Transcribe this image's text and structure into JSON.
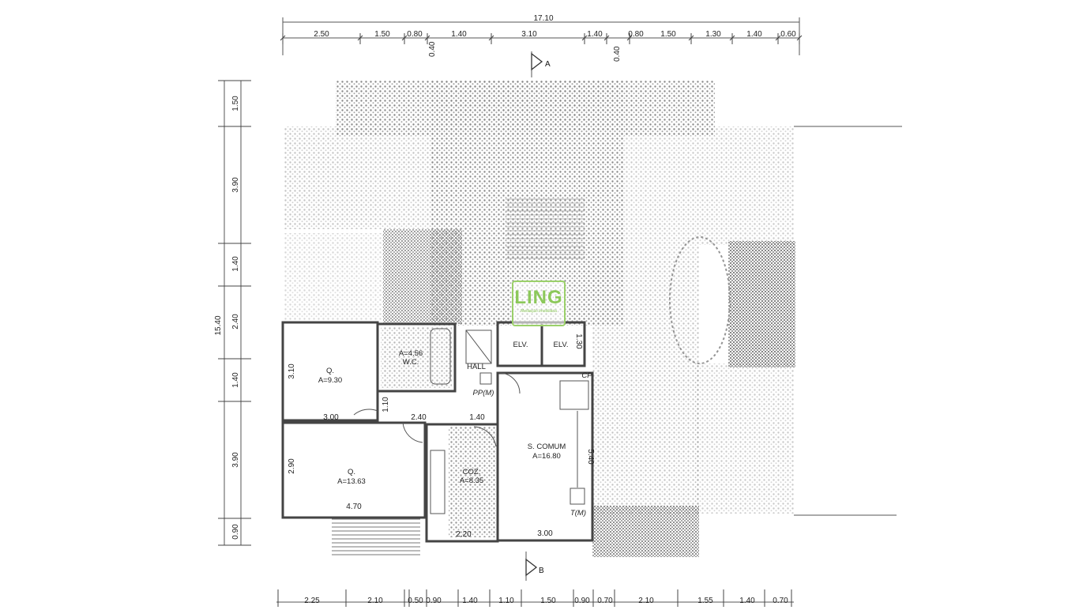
{
  "top_dims": {
    "total": "17.10",
    "segments": [
      "2.50",
      "1.50",
      "0.80",
      "1.40",
      "3.10",
      "1.40",
      "0.80",
      "1.50",
      "1.30",
      "1.40",
      "0.60"
    ],
    "small": [
      "0.40",
      "0.40"
    ]
  },
  "bottom_dims": {
    "segments": [
      "2.25",
      "2.10",
      "0.50",
      "0.90",
      "1.40",
      "1.10",
      "1.50",
      "0.90",
      "0.70",
      "2.10",
      "1.55",
      "1.40",
      "0.70"
    ]
  },
  "left_dims": {
    "total": "15.40",
    "segments": [
      "1.50",
      "3.90",
      "1.40",
      "2.40",
      "1.40",
      "3.90",
      "0.90"
    ]
  },
  "sections": {
    "a": "A",
    "b": "B"
  },
  "rooms": {
    "bedroom1_name": "Q.",
    "bedroom1_area": "A=9.30",
    "bedroom2_name": "Q.",
    "bedroom2_area": "A=13.63",
    "wc_name": "W.C.",
    "wc_area": "A=4.56",
    "kitchen_name": "COZ.",
    "kitchen_area": "A=8.35",
    "living_name": "S. COMUM",
    "living_area": "A=16.80",
    "hall": "HALL",
    "elevator": "ELV.",
    "pp": "PP(M)",
    "cp": "CP",
    "tm": "T(M)"
  },
  "inner_dims": {
    "b1_h": "3.10",
    "b1_w": "3.00",
    "door": "1.10",
    "corr1": "2.40",
    "corr2": "1.40",
    "b2_h": "2.90",
    "b2_w": "4.70",
    "k_w": "2.20",
    "l_w": "3.00",
    "l_h": "5.40",
    "elv_h": "1.30"
  },
  "logo": {
    "text": "LING",
    "sub": "Mediação Imobiliária"
  },
  "colors": {
    "line": "#444444",
    "hatch": "#8a8a8a",
    "logo": "#8cc85a"
  }
}
